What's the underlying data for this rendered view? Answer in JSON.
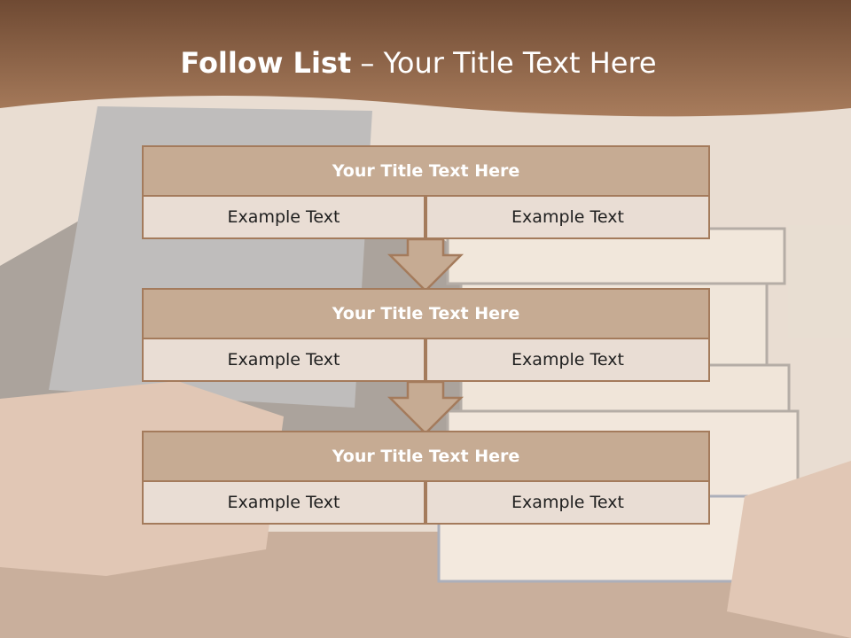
{
  "title": {
    "bold": "Follow List",
    "separator": "–",
    "rest": "Your Title Text Here"
  },
  "blocks": [
    {
      "title": "Your Title Text Here",
      "left": "Example Text",
      "right": "Example Text"
    },
    {
      "title": "Your Title Text Here",
      "left": "Example Text",
      "right": "Example Text"
    },
    {
      "title": "Your Title Text Here",
      "left": "Example Text",
      "right": "Example Text"
    }
  ],
  "colors": {
    "header": "#7a5238",
    "box_fill": "#c6ab93",
    "box_border": "#a47b5c",
    "cell_fill": "#e9ddd4"
  }
}
